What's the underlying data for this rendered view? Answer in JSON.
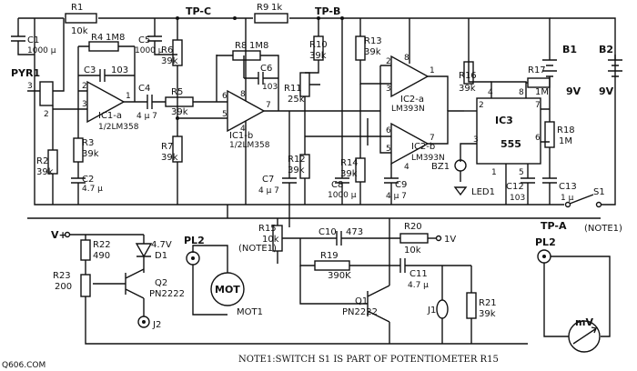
{
  "components": {
    "R1": {
      "ref": "R1",
      "val": "10k"
    },
    "C1": {
      "ref": "C1",
      "val": "1000 µ"
    },
    "PYR1": {
      "ref": "PYR1"
    },
    "R4": {
      "ref": "R4",
      "val": "1M8"
    },
    "C3": {
      "ref": "C3",
      "val": "103"
    },
    "C4": {
      "ref": "C4",
      "val": "4 µ 7"
    },
    "R2": {
      "ref": "R2",
      "val": "39k"
    },
    "R3": {
      "ref": "R3",
      "val": "39k"
    },
    "C2": {
      "ref": "C2",
      "val": "4.7 µ"
    },
    "IC1a": {
      "ref": "IC1-a",
      "part": "1/2LM358"
    },
    "C5": {
      "ref": "C5",
      "val": "1000 µ"
    },
    "TPC": {
      "ref": "TP-C"
    },
    "R6": {
      "ref": "R6",
      "val": "39k"
    },
    "R5": {
      "ref": "R5",
      "val": "39k"
    },
    "R7": {
      "ref": "R7",
      "val": "39k"
    },
    "R8": {
      "ref": "R8",
      "val": "1M8"
    },
    "C6": {
      "ref": "C6",
      "val": "103"
    },
    "IC1b": {
      "ref": "IC1-b",
      "part": "1/2LM358"
    },
    "R9": {
      "ref": "R9",
      "val": "1k"
    },
    "TPB": {
      "ref": "TP-B"
    },
    "R10": {
      "ref": "R10",
      "val": "39k"
    },
    "R11": {
      "ref": "R11",
      "val": "25k"
    },
    "R12": {
      "ref": "R12",
      "val": "39k"
    },
    "R13": {
      "ref": "R13",
      "val": "39k"
    },
    "C7": {
      "ref": "C7",
      "val": "4 µ 7"
    },
    "C8": {
      "ref": "C8",
      "val": "1000 µ"
    },
    "R14": {
      "ref": "R14",
      "val": "39k"
    },
    "C9": {
      "ref": "C9",
      "val": "4 µ 7"
    },
    "IC2a": {
      "ref": "IC2-a",
      "part": "LM393N"
    },
    "IC2b": {
      "ref": "IC2-b",
      "part": "LM393N"
    },
    "R16": {
      "ref": "R16",
      "val": "39k"
    },
    "R17": {
      "ref": "R17",
      "val": "1M"
    },
    "R18": {
      "ref": "R18",
      "val": "1M"
    },
    "IC3": {
      "ref": "IC3",
      "part": "555"
    },
    "B1": {
      "ref": "B1",
      "val": "9V"
    },
    "B2": {
      "ref": "B2",
      "val": "9V"
    },
    "BZ1": {
      "ref": "BZ1"
    },
    "LED1": {
      "ref": "LED1"
    },
    "C12": {
      "ref": "C12",
      "val": "103"
    },
    "C13": {
      "ref": "C13",
      "val": "1 µ"
    },
    "S1": {
      "ref": "S1"
    },
    "TPA": {
      "ref": "TP-A"
    },
    "NOTE1a": {
      "ref": "(NOTE1)"
    },
    "R15": {
      "ref": "R15",
      "val": "10k",
      "note": "(NOTE1)"
    },
    "C10": {
      "ref": "C10",
      "val": "473"
    },
    "R20": {
      "ref": "R20",
      "val": "10k"
    },
    "V1": {
      "ref": "1V"
    },
    "R19": {
      "ref": "R19",
      "val": "390K"
    },
    "C11": {
      "ref": "C11",
      "val": "4.7 µ"
    },
    "Q1": {
      "ref": "Q1",
      "part": "PN2222"
    },
    "J1": {
      "ref": "J1"
    },
    "R21": {
      "ref": "R21",
      "val": "39k"
    },
    "Vplus": {
      "ref": "V+"
    },
    "R22": {
      "ref": "R22",
      "val": "490"
    },
    "D1": {
      "ref": "D1",
      "val": "4.7V"
    },
    "R23": {
      "ref": "R23",
      "val": "200"
    },
    "Q2": {
      "ref": "Q2",
      "part": "PN2222"
    },
    "J2": {
      "ref": "J2"
    },
    "PL2a": {
      "ref": "PL2"
    },
    "MOT": {
      "ref": "MOT",
      "label": "MOT1"
    },
    "PL2b": {
      "ref": "PL2"
    },
    "mV": {
      "ref": "mV"
    }
  },
  "pins": {
    "p3": "3",
    "p2": "2",
    "p1": "1",
    "ic1a_p1": "1",
    "ic1a_p2": "2",
    "ic1a_p3": "3",
    "ic1b_p5": "5",
    "ic1b_p6": "6",
    "ic1b_p7": "7",
    "ic1b_p4": "4",
    "ic1b_p8": "8",
    "ic2a_p2": "2",
    "ic2a_p3": "3",
    "ic2a_p1": "1",
    "ic2a_p8": "8",
    "ic2b_p5": "5",
    "ic2b_p6": "6",
    "ic2b_p7": "7",
    "ic2b_p4": "4",
    "ic3_p4": "4",
    "ic3_p8": "8",
    "ic3_p7": "7",
    "ic3_p6": "6",
    "ic3_p2": "2",
    "ic3_p3": "3",
    "ic3_p1": "1",
    "ic3_p5": "5"
  },
  "note": "NOTE1:SWITCH S1 IS  PART OF POTENTIOMETER R15",
  "watermark": "Q606.COM"
}
